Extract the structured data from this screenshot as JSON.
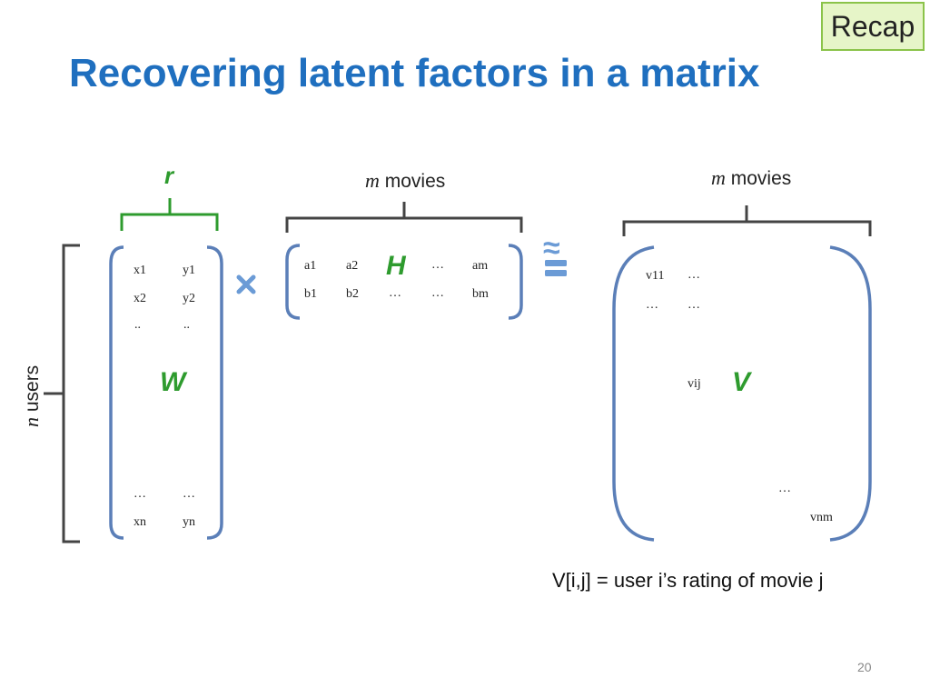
{
  "badge": "Recap",
  "title": "Recovering latent factors in a matrix",
  "labels": {
    "r": "r",
    "h_movies_var": "m",
    "h_movies_text": " movies",
    "v_movies_var": "m",
    "v_movies_text": " movies",
    "users_var": "n",
    "users_text": " users"
  },
  "matrix_w": {
    "name": "W",
    "cells": [
      "x1",
      "y1",
      "x2",
      "y2",
      "..",
      "..",
      "…",
      "…",
      "xn",
      "yn"
    ]
  },
  "matrix_h": {
    "name": "H",
    "cells": [
      "a1",
      "a2",
      "…",
      "am",
      "b1",
      "b2",
      "…",
      "…",
      "bm"
    ]
  },
  "matrix_v": {
    "name": "V",
    "cells": [
      "v11",
      "…",
      "…",
      "…",
      "vij",
      "…",
      "vnm"
    ]
  },
  "operators": {
    "approx": "≈"
  },
  "caption": "V[i,j] = user i’s rating of movie j",
  "page_number": "20",
  "colors": {
    "title": "#1f6fbf",
    "green": "#2e9b2e",
    "matrix_bracket": "#5b7fb8",
    "operator": "#6b9bd6",
    "badge_bg": "#e6f5c8",
    "badge_border": "#8bc34a"
  }
}
